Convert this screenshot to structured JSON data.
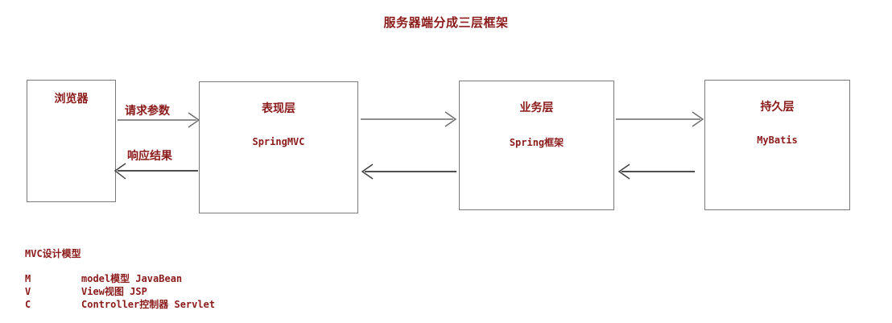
{
  "diagram": {
    "title": "服务器端分成三层框架",
    "accent_color": "#8b1a1a",
    "box_border_color": "#7b7b7b",
    "boxes": [
      {
        "id": "browser",
        "heading": "浏览器",
        "tech": ""
      },
      {
        "id": "presentation",
        "heading": "表现层",
        "tech": "SpringMVC"
      },
      {
        "id": "service",
        "heading": "业务层",
        "tech": "Spring框架"
      },
      {
        "id": "persistence",
        "heading": "持久层",
        "tech": "MyBatis"
      }
    ],
    "arrows": [
      {
        "id": "browser-to-presentation",
        "label": "请求参数",
        "direction": "right",
        "color": "#6a6a6a"
      },
      {
        "id": "presentation-to-browser",
        "label": "响应结果",
        "direction": "left",
        "color": "#151515"
      },
      {
        "id": "presentation-to-service",
        "label": "",
        "direction": "right",
        "color": "#6a6a6a"
      },
      {
        "id": "service-to-presentation",
        "label": "",
        "direction": "left",
        "color": "#151515"
      },
      {
        "id": "service-to-persistence",
        "label": "",
        "direction": "right",
        "color": "#6a6a6a"
      },
      {
        "id": "persistence-to-service",
        "label": "",
        "direction": "left",
        "color": "#151515"
      }
    ]
  },
  "legend": {
    "title": "MVC设计模型",
    "rows": [
      {
        "key": "M",
        "desc": "model模型 JavaBean"
      },
      {
        "key": "V",
        "desc": "View视图 JSP"
      },
      {
        "key": "C",
        "desc": "Controller控制器 Servlet"
      }
    ]
  }
}
